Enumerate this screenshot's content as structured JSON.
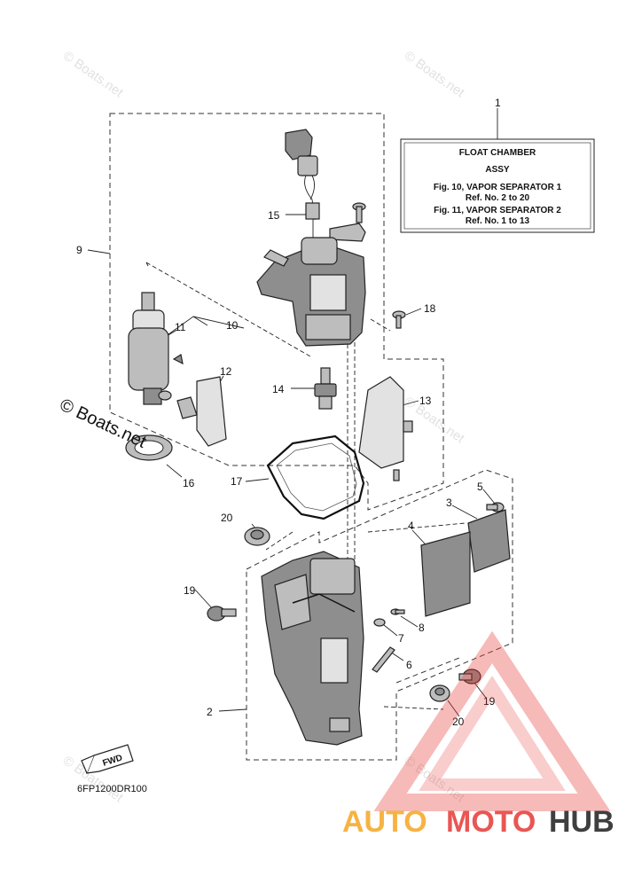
{
  "info_box": {
    "title": "FLOAT CHAMBER",
    "subtitle": "ASSY",
    "line1": "Fig. 10, VAPOR SEPARATOR 1",
    "line2": "Ref. No. 2 to 20",
    "line3": "Fig. 11, VAPOR SEPARATOR 2",
    "line4": "Ref. No. 1 to 13"
  },
  "callouts": {
    "c1": "1",
    "c2": "2",
    "c3": "3",
    "c4": "4",
    "c5": "5",
    "c6": "6",
    "c7": "7",
    "c8": "8",
    "c9": "9",
    "c10": "10",
    "c11": "11",
    "c12": "12",
    "c13": "13",
    "c14": "14",
    "c15": "15",
    "c16": "16",
    "c17": "17",
    "c18": "18",
    "c19a": "19",
    "c19b": "19",
    "c20a": "20",
    "c20b": "20"
  },
  "fwd_label": "FWD",
  "diagram_code": "6FP1200DR100",
  "watermarks": {
    "wm_main": "© Boats.net",
    "wm_small": "© Boats.net"
  },
  "brand_logo": {
    "part1": "AUTO",
    "part2": "MOTO",
    "part3": "HUB",
    "color_orange": "#f5a623",
    "color_red": "#e53935",
    "color_dark": "#2b2b2b"
  }
}
